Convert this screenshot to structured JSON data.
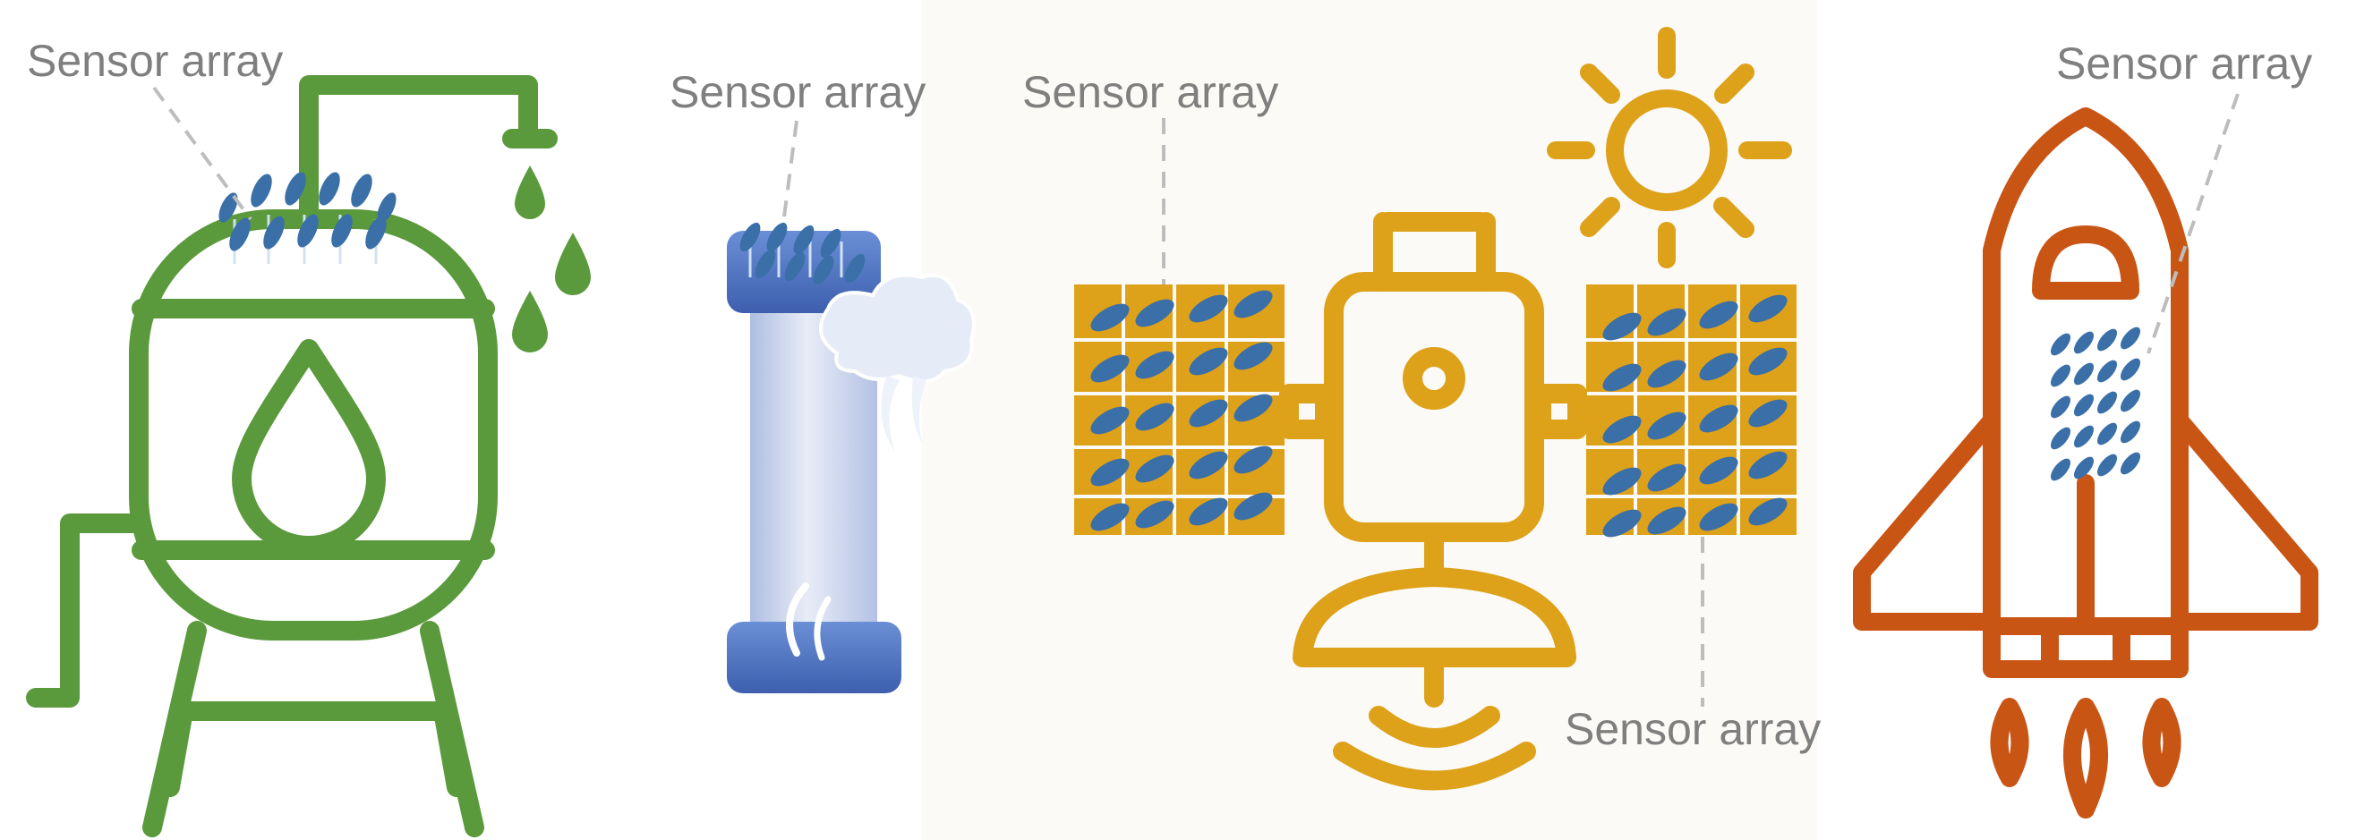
{
  "labels": {
    "tank": "Sensor array",
    "column": "Sensor array",
    "satellite_left": "Sensor array",
    "satellite_right": "Sensor array",
    "rocket": "Sensor array"
  },
  "colors": {
    "tank": "#5a9a3c",
    "column_body": "#c9d4ec",
    "column_caps": "#4a6fbf",
    "satellite": "#dea11a",
    "rocket": "#c95515",
    "sensor": "#3a6fa8",
    "label": "#7f7f7f",
    "leader": "#bdbdbd"
  },
  "icons": [
    "water-tank-icon",
    "filter-column-icon",
    "cloud-icon",
    "satellite-icon",
    "sun-icon",
    "space-shuttle-icon"
  ]
}
